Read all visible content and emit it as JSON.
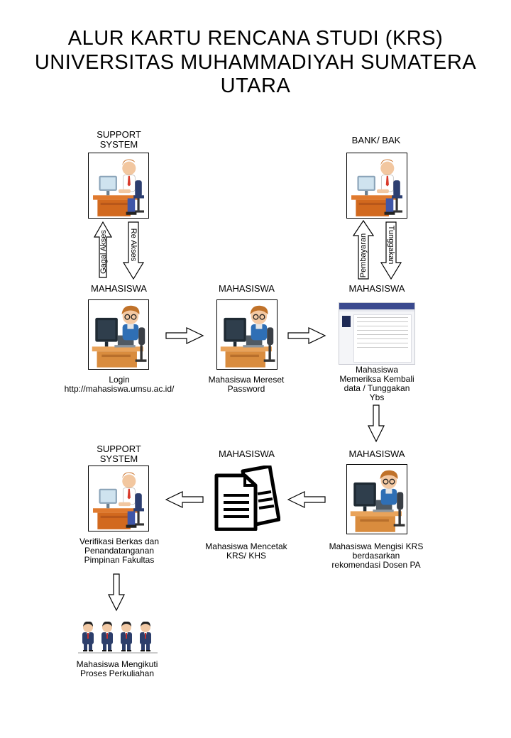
{
  "title": {
    "line1": "ALUR KARTU RENCANA STUDI (KRS)",
    "line2": "UNIVERSITAS MUHAMMADIYAH SUMATERA UTARA"
  },
  "nodes": {
    "support_top": {
      "role_line1": "SUPPORT",
      "role_line2": "SYSTEM"
    },
    "bank": {
      "role": "BANK/ BAK"
    },
    "mhs_login": {
      "role": "MAHASISWA",
      "caption_line1": "Login",
      "caption_line2": "http://mahasiswa.umsu.ac.id/"
    },
    "mhs_reset": {
      "role": "MAHASISWA",
      "caption_line1": "Mahasiswa Mereset",
      "caption_line2": "Password"
    },
    "mhs_check": {
      "role": "MAHASISWA",
      "caption_line1": "Mahasiswa",
      "caption_line2": "Memeriksa Kembali",
      "caption_line3": "data / Tunggakan",
      "caption_line4": "Ybs"
    },
    "mhs_fill": {
      "role": "MAHASISWA",
      "caption_line1": "Mahasiswa Mengisi KRS",
      "caption_line2": "berdasarkan",
      "caption_line3": "rekomendasi Dosen PA"
    },
    "mhs_print": {
      "role": "MAHASISWA",
      "caption_line1": "Mahasiswa Mencetak",
      "caption_line2": "KRS/ KHS"
    },
    "support_bottom": {
      "role_line1": "SUPPORT",
      "role_line2": "SYSTEM",
      "caption_line1": "Verifikasi Berkas dan",
      "caption_line2": "Penandatanganan",
      "caption_line3": "Pimpinan Fakultas"
    },
    "students": {
      "caption_line1": "Mahasiswa  Mengikuti",
      "caption_line2": "Proses Perkuliahan"
    }
  },
  "arrow_labels": {
    "gagal_akses": "Gagal Akses",
    "re_akses": "Re Akses",
    "pembayaran": "Pembayaran",
    "tunggakan": "Tunggakan"
  },
  "colors": {
    "box_border": "#000000",
    "arrow_fill": "#ffffff",
    "portal_header": "#3b4a8f"
  },
  "icons": {
    "worker": "office-worker-icon",
    "student_pc": "student-computer-icon",
    "documents": "documents-icon",
    "students_group": "students-group-icon"
  }
}
